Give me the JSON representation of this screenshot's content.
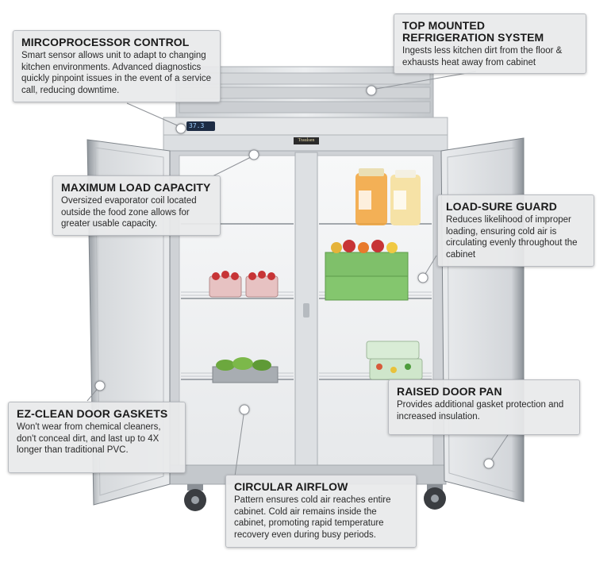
{
  "brand_badge": "Traulsen",
  "display": {
    "readout": "37.3"
  },
  "colors": {
    "callout_bg": "#e8e9eb",
    "callout_border": "#b9bcc1",
    "steel_light": "#dcdfe2",
    "steel_dark": "#9aa0a6",
    "interior": "#f2f3f4",
    "crate_green": "#7fc06a",
    "strawberry_red": "#c73436",
    "jug_orange": "#f2a33a"
  },
  "callouts": [
    {
      "id": "microprocessor",
      "title": "MIRCOPROCESSOR CONTROL",
      "body": "Smart sensor allows unit to adapt to changing kitchen environments. Advanced diagnostics quickly pinpoint issues in the event of a service call, reducing downtime."
    },
    {
      "id": "refrigeration",
      "title": "TOP MOUNTED REFRIGERATION SYSTEM",
      "body": "Ingests less kitchen dirt from the floor & exhausts heat away from cabinet"
    },
    {
      "id": "load-capacity",
      "title": "MAXIMUM LOAD CAPACITY",
      "body": "Oversized evaporator coil located outside the food zone allows for greater usable capacity."
    },
    {
      "id": "load-sure",
      "title": "LOAD-SURE GUARD",
      "body": "Reduces likelihood of improper loading, ensuring cold air is circulating evenly throughout the cabinet"
    },
    {
      "id": "door-pan",
      "title": "RAISED DOOR PAN",
      "body": "Provides additional gasket protection and increased insulation."
    },
    {
      "id": "gaskets",
      "title": "EZ-CLEAN DOOR GASKETS",
      "body": "Won't wear from chemical cleaners, don't conceal dirt, and last up to 4X longer than traditional PVC."
    },
    {
      "id": "airflow",
      "title": "CIRCULAR AIRFLOW",
      "body": "Pattern ensures cold air reaches entire cabinet. Cold air remains inside the cabinet, promoting rapid temperature recovery even during busy periods."
    }
  ]
}
